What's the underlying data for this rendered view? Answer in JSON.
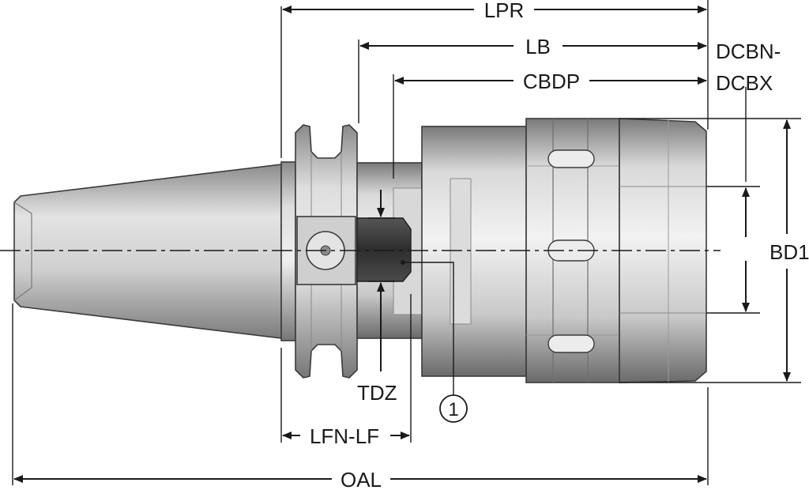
{
  "drawing": {
    "labels": {
      "lpr": "LPR",
      "lb": "LB",
      "cbdp": "CBDP",
      "dcbn": "DCBN-",
      "dcbx": "DCBX",
      "bd1": "BD1",
      "tdz": "TDZ",
      "lfn_lf": "LFN-LF",
      "oal": "OAL",
      "callout": "1"
    },
    "colors": {
      "line": "#1a1a1a",
      "metal_light": "#e6e6e6",
      "metal_mid": "#b8b8b8",
      "metal_dark": "#6e6e6e",
      "insert_dark": "#3c3c3c"
    }
  }
}
